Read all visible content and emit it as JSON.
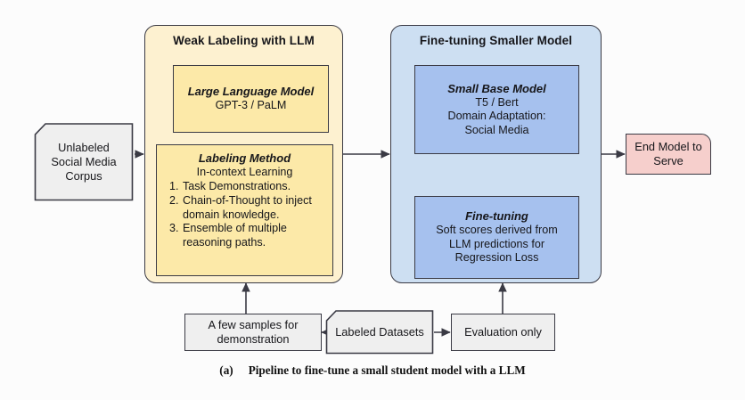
{
  "figure": {
    "caption_tag": "(a)",
    "caption_text": "Pipeline to fine-tune a small student model with a LLM"
  },
  "colors": {
    "background": "#fcfcfc",
    "container_yellow": "#fdf1d0",
    "sub_yellow": "#fce9a8",
    "container_blue": "#cddff2",
    "sub_blue": "#a6c1ee",
    "grey": "#efefef",
    "pink": "#f6cfcc",
    "stroke": "#3a3a44"
  },
  "input_doc": {
    "name": "unlabeled-corpus",
    "lines": [
      "Unlabeled",
      "Social Media",
      "Corpus"
    ]
  },
  "weak_labeling": {
    "title": "Weak Labeling with LLM",
    "llm_box": {
      "title": "Large Language Model",
      "lines": [
        "GPT-3 / PaLM"
      ]
    },
    "labeling_box": {
      "title": "Labeling Method",
      "subtitle": "In-context Learning",
      "items": [
        {
          "n": "1.",
          "text": "Task Demonstrations."
        },
        {
          "n": "2.",
          "text": "Chain-of-Thought to inject domain knowledge."
        },
        {
          "n": "3.",
          "text": "Ensemble of multiple reasoning paths."
        }
      ]
    }
  },
  "fine_tuning": {
    "title": "Fine-tuning Smaller Model",
    "base_model_box": {
      "title": "Small Base Model",
      "lines": [
        "T5 / Bert",
        "Domain Adaptation:",
        "Social Media"
      ]
    },
    "tuning_box": {
      "title": "Fine-tuning",
      "lines": [
        "Soft scores derived from",
        "LLM predictions for",
        "Regression Loss"
      ]
    }
  },
  "end_model": {
    "lines": [
      "End Model to",
      "Serve"
    ]
  },
  "bottom_row": {
    "samples": {
      "lines": [
        "A few samples for",
        "demonstration"
      ]
    },
    "datasets": {
      "lines": [
        "Labeled Datasets"
      ]
    },
    "evaluation": {
      "lines": [
        "Evaluation only"
      ]
    }
  },
  "chart_data": {
    "type": "diagram",
    "title": "Pipeline to fine-tune a small student model with a LLM",
    "nodes": [
      {
        "id": "unlabeled-corpus",
        "label": "Unlabeled Social Media Corpus",
        "shape": "document",
        "fill": "#efefef"
      },
      {
        "id": "weak-labeling",
        "label": "Weak Labeling with LLM",
        "shape": "rounded-container",
        "fill": "#fdf1d0"
      },
      {
        "id": "large-language-model",
        "label": "Large Language Model / GPT-3 / PaLM",
        "shape": "rect",
        "fill": "#fce9a8",
        "parent": "weak-labeling"
      },
      {
        "id": "labeling-method",
        "label": "Labeling Method / In-context Learning",
        "shape": "rect",
        "fill": "#fce9a8",
        "parent": "weak-labeling"
      },
      {
        "id": "fine-tuning-smaller-model",
        "label": "Fine-tuning Smaller Model",
        "shape": "rounded-container",
        "fill": "#cddff2"
      },
      {
        "id": "small-base-model",
        "label": "Small Base Model / T5 / Bert",
        "shape": "rect",
        "fill": "#a6c1ee",
        "parent": "fine-tuning-smaller-model"
      },
      {
        "id": "fine-tuning",
        "label": "Fine-tuning / Soft scores",
        "shape": "rect",
        "fill": "#a6c1ee",
        "parent": "fine-tuning-smaller-model"
      },
      {
        "id": "end-model",
        "label": "End Model to Serve",
        "shape": "rect",
        "fill": "#f6cfcc"
      },
      {
        "id": "few-samples",
        "label": "A few samples for demonstration",
        "shape": "rect",
        "fill": "#efefef"
      },
      {
        "id": "labeled-datasets",
        "label": "Labeled Datasets",
        "shape": "document",
        "fill": "#efefef"
      },
      {
        "id": "evaluation-only",
        "label": "Evaluation only",
        "shape": "rect",
        "fill": "#efefef"
      }
    ],
    "edges": [
      {
        "from": "unlabeled-corpus",
        "to": "weak-labeling",
        "dir": "right"
      },
      {
        "from": "weak-labeling",
        "to": "fine-tuning-smaller-model",
        "dir": "right"
      },
      {
        "from": "fine-tuning-smaller-model",
        "to": "end-model",
        "dir": "right"
      },
      {
        "from": "few-samples",
        "to": "weak-labeling",
        "dir": "up"
      },
      {
        "from": "labeled-datasets",
        "to": "few-samples",
        "dir": "left"
      },
      {
        "from": "labeled-datasets",
        "to": "evaluation-only",
        "dir": "right"
      },
      {
        "from": "evaluation-only",
        "to": "fine-tuning-smaller-model",
        "dir": "up"
      }
    ]
  }
}
